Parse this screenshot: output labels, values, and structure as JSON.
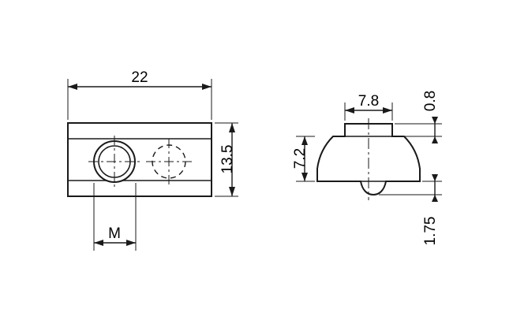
{
  "drawing": {
    "title": "T-slot nut technical drawing",
    "units": "mm",
    "views": [
      {
        "name": "front-view",
        "label": "Front view of T-slot nut with threaded hole"
      },
      {
        "name": "side-view",
        "label": "Side view / cross-section profile of T-slot nut"
      }
    ]
  },
  "dimensions": {
    "width_top": "22",
    "height_right": "13.5",
    "thread_label": "M",
    "side_top_width": "7.8",
    "side_top_thickness": "0.8",
    "side_height": "7.2",
    "side_bottom": "1.75"
  },
  "colors": {
    "line": "#1a1a1a",
    "fill": "#ffffff",
    "text": "#000000"
  }
}
